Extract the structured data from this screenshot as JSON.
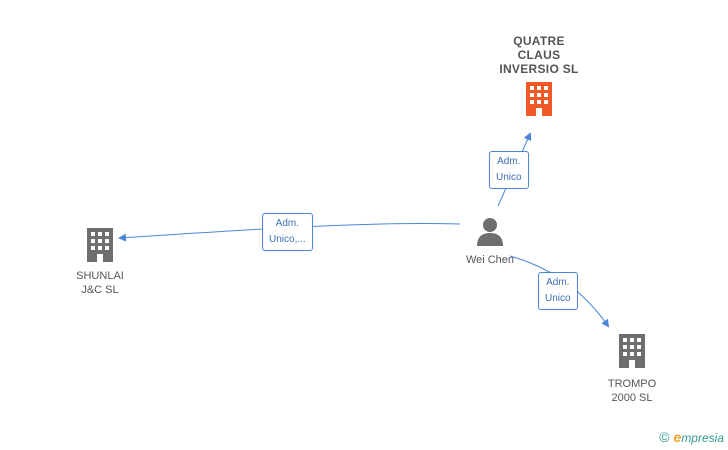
{
  "nodes": {
    "quatre": {
      "label": "QUATRE\nCLAUS\nINVERSIO SL",
      "icon": "building-icon",
      "color": "#f05a28"
    },
    "shunlai": {
      "label": "SHUNLAI\nJ&C SL",
      "icon": "building-icon",
      "color": "#6e6e6e"
    },
    "trompo": {
      "label": "TROMPO\n2000 SL",
      "icon": "building-icon",
      "color": "#6e6e6e"
    },
    "person": {
      "label": "Wei Chen",
      "icon": "person-icon",
      "color": "#6e6e6e"
    }
  },
  "edges": {
    "to_quatre": {
      "label": "Adm.\nUnico"
    },
    "to_shunlai": {
      "label": "Adm.\nUnico,..."
    },
    "to_trompo": {
      "label": "Adm.\nUnico"
    }
  },
  "edge_color": "#4a86d8",
  "brand": {
    "copyright": "©",
    "e_letter": "e",
    "name": "mpresia"
  }
}
